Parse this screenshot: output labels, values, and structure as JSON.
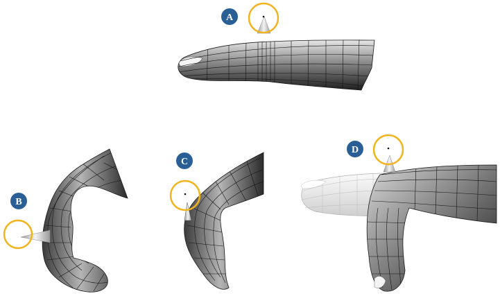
{
  "badges": {
    "a": "A",
    "b": "B",
    "c": "C",
    "d": "D"
  },
  "colors": {
    "badge_fill": "#2a5f96",
    "circle_stroke": "#f2b31c",
    "mesh_line": "#141414",
    "surface_light": "#ededed",
    "surface_dark": "#2c2c2c",
    "ghost_surface": "#f2f2f2"
  }
}
